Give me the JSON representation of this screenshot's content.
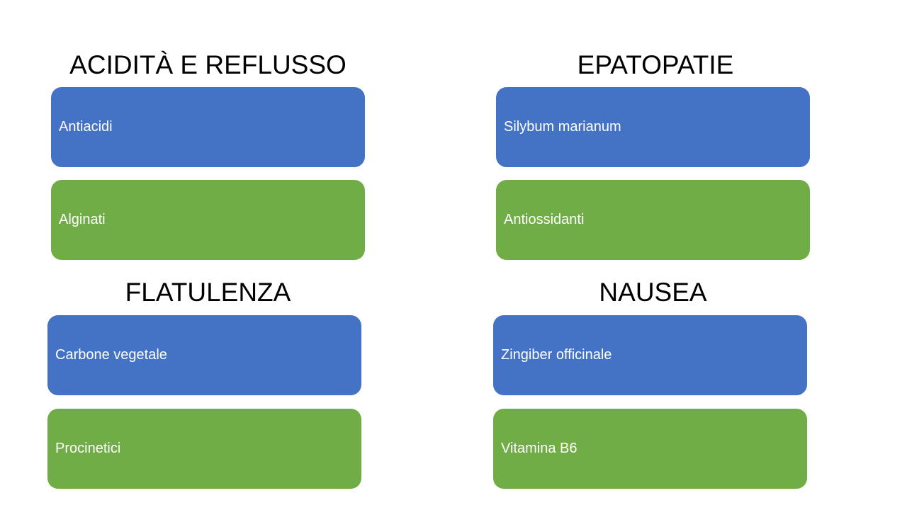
{
  "colors": {
    "primary_box": "#4472c4",
    "secondary_box": "#70ad47",
    "box_text": "#ffffff",
    "heading_text": "#000000",
    "background": "#ffffff"
  },
  "groups": [
    {
      "title": "ACIDITÀ E REFLUSSO",
      "items": [
        "Antiacidi",
        "Alginati"
      ]
    },
    {
      "title": "EPATOPATIE",
      "items": [
        "Silybum marianum",
        "Antiossidanti"
      ]
    },
    {
      "title": "FLATULENZA",
      "items": [
        "Carbone vegetale",
        "Procinetici"
      ]
    },
    {
      "title": "NAUSEA",
      "items": [
        "Zingiber officinale",
        "Vitamina B6"
      ]
    }
  ]
}
